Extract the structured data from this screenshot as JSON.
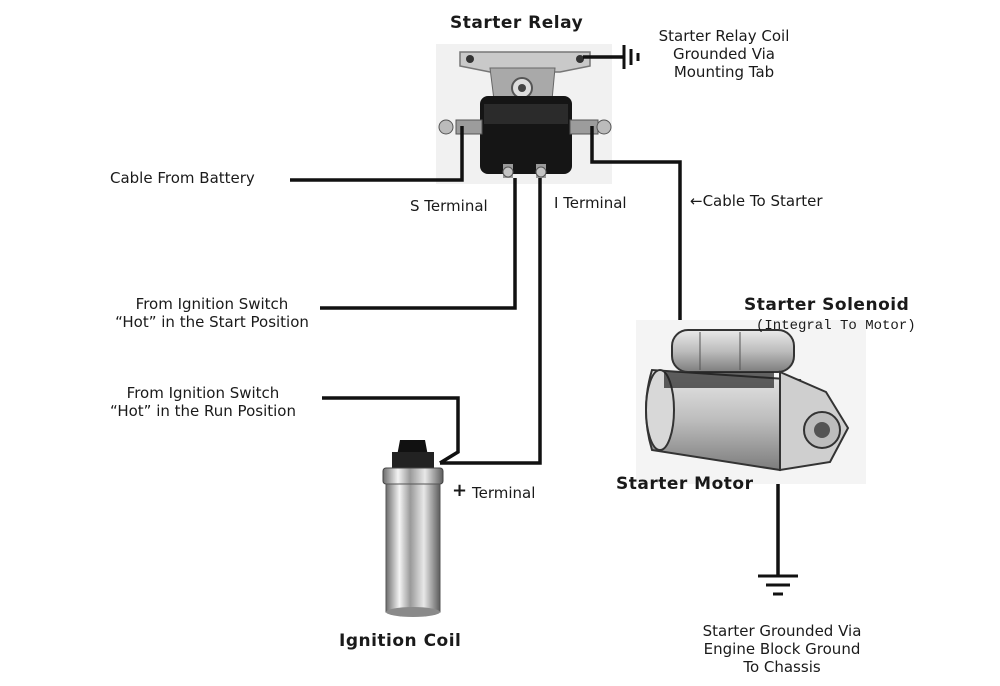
{
  "relay": {
    "title": "Starter Relay",
    "s_terminal": "S Terminal",
    "i_terminal": "I Terminal",
    "coil_note_1": "Starter Relay Coil",
    "coil_note_2": "Grounded Via",
    "coil_note_3": "Mounting Tab"
  },
  "battery_cable": "Cable From Battery",
  "starter_cable": "←Cable To Starter",
  "ignition_start_1": "From Ignition Switch",
  "ignition_start_2": "“Hot” in the Start Position",
  "ignition_run_1": "From Ignition Switch",
  "ignition_run_2": "“Hot” in the Run Position",
  "coil": {
    "plus_terminal": "Terminal",
    "plus_sign": "+",
    "title": "Ignition Coil"
  },
  "solenoid": {
    "title": "Starter Solenoid",
    "subtitle": "(Integral To Motor)"
  },
  "motor": {
    "title": "Starter Motor",
    "ground_1": "Starter Grounded Via",
    "ground_2": "Engine Block Ground",
    "ground_3": "To Chassis"
  },
  "colors": {
    "wire": "#111111",
    "chrome": "#b9b9b9",
    "relay_body": "#151515"
  }
}
